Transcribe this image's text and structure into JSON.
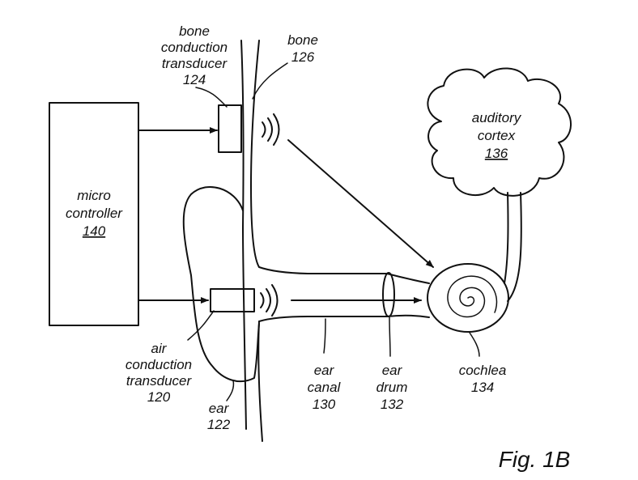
{
  "figure_label": "Fig. 1B",
  "micro_controller": {
    "line1": "micro",
    "line2": "controller",
    "ref": "140"
  },
  "bone_transducer": {
    "line1": "bone",
    "line2": "conduction",
    "line3": "transducer",
    "ref": "124"
  },
  "bone": {
    "line1": "bone",
    "ref": "126"
  },
  "auditory_cortex": {
    "line1": "auditory",
    "line2": "cortex",
    "ref": "136"
  },
  "air_transducer": {
    "line1": "air",
    "line2": "conduction",
    "line3": "transducer",
    "ref": "120"
  },
  "ear": {
    "line1": "ear",
    "ref": "122"
  },
  "ear_canal": {
    "line1": "ear",
    "line2": "canal",
    "ref": "130"
  },
  "ear_drum": {
    "line1": "ear",
    "line2": "drum",
    "ref": "132"
  },
  "cochlea": {
    "line1": "cochlea",
    "ref": "134"
  }
}
